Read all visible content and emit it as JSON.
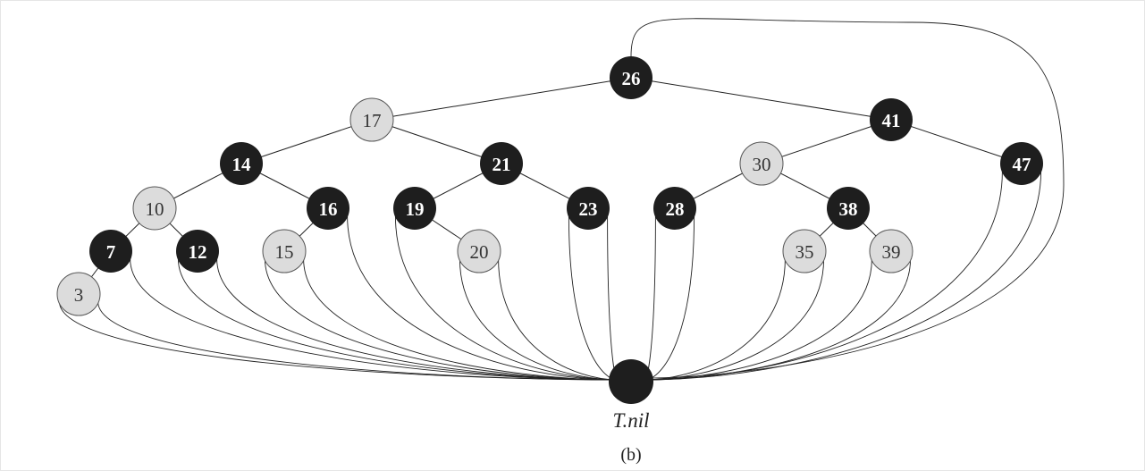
{
  "colors": {
    "black_node": "#1e1e1e",
    "red_node": "#dcdcdc",
    "edge": "#222222",
    "nil_node": "#1e1e1e"
  },
  "tree": {
    "nodes": [
      {
        "key": "26",
        "color": "black",
        "parent": null
      },
      {
        "key": "17",
        "color": "red",
        "parent": "26"
      },
      {
        "key": "41",
        "color": "black",
        "parent": "26"
      },
      {
        "key": "14",
        "color": "black",
        "parent": "17"
      },
      {
        "key": "21",
        "color": "black",
        "parent": "17"
      },
      {
        "key": "30",
        "color": "red",
        "parent": "41"
      },
      {
        "key": "47",
        "color": "black",
        "parent": "41"
      },
      {
        "key": "10",
        "color": "red",
        "parent": "14"
      },
      {
        "key": "16",
        "color": "black",
        "parent": "14"
      },
      {
        "key": "19",
        "color": "black",
        "parent": "21"
      },
      {
        "key": "23",
        "color": "black",
        "parent": "21"
      },
      {
        "key": "28",
        "color": "black",
        "parent": "30"
      },
      {
        "key": "38",
        "color": "black",
        "parent": "30"
      },
      {
        "key": "7",
        "color": "black",
        "parent": "10"
      },
      {
        "key": "12",
        "color": "black",
        "parent": "10"
      },
      {
        "key": "15",
        "color": "red",
        "parent": "16"
      },
      {
        "key": "20",
        "color": "red",
        "parent": "19"
      },
      {
        "key": "35",
        "color": "red",
        "parent": "38"
      },
      {
        "key": "39",
        "color": "red",
        "parent": "38"
      },
      {
        "key": "3",
        "color": "red",
        "parent": "7"
      }
    ],
    "nil_label": "T.nil",
    "caption": "(b)"
  }
}
